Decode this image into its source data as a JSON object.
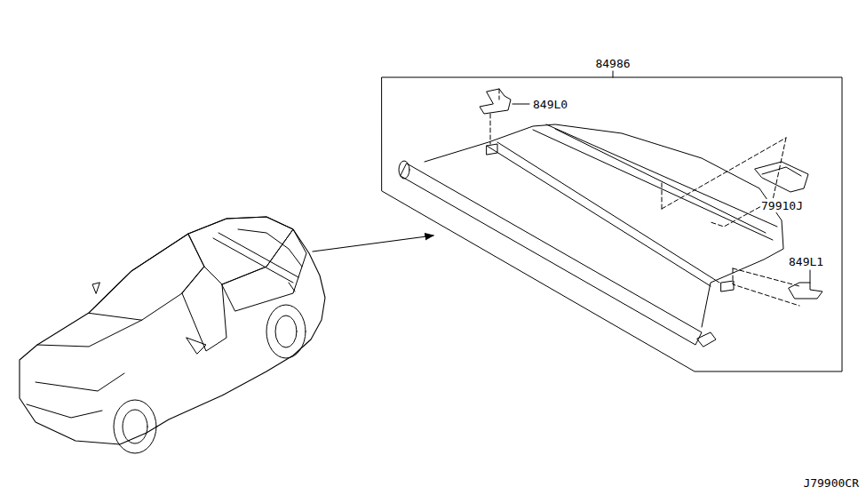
{
  "diagram": {
    "labels": [
      "84986",
      "849L0",
      "79910J",
      "849L1",
      "J79900CR"
    ]
  }
}
